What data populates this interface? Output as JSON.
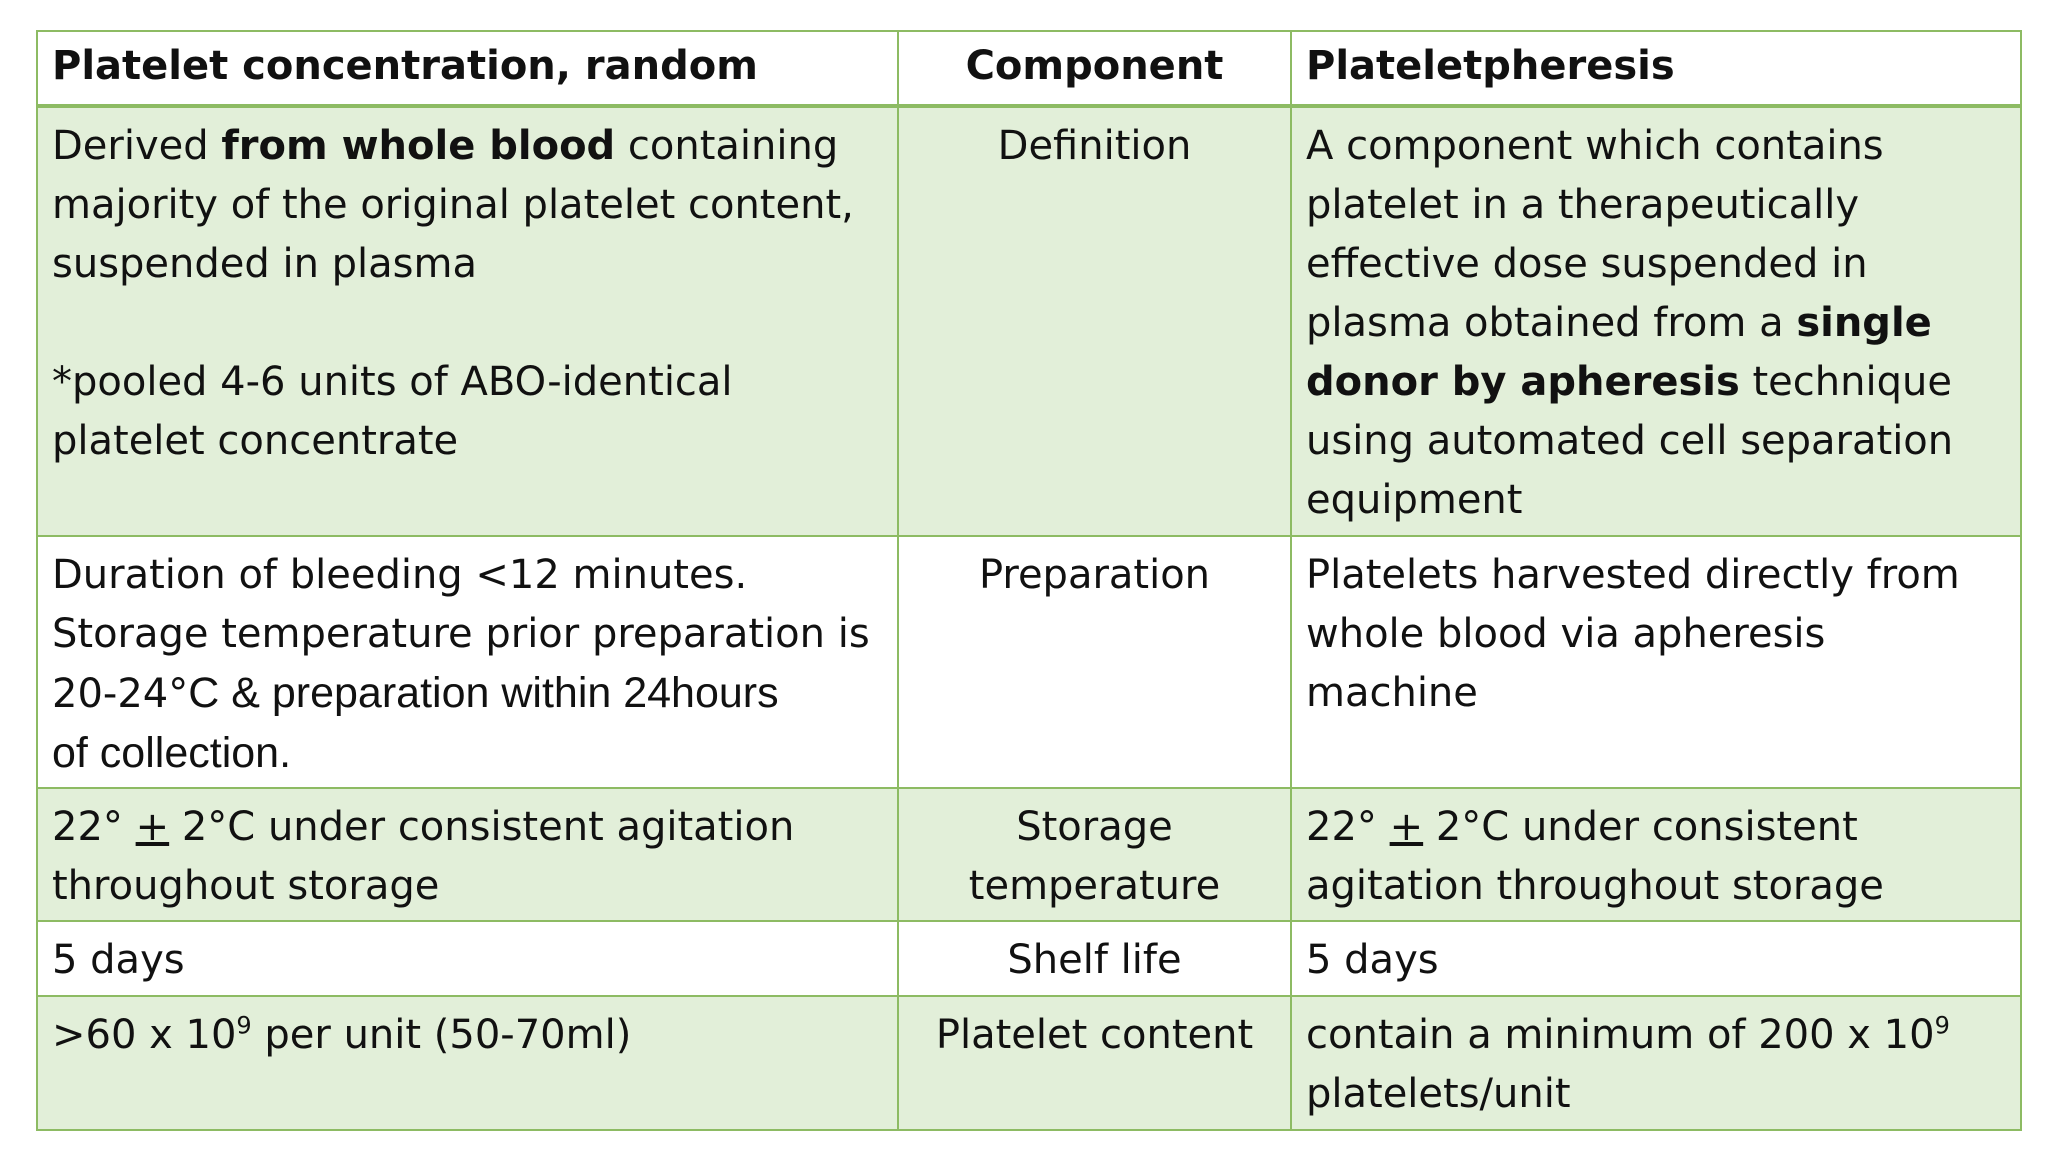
{
  "header": {
    "col1": "Platelet concentration, random",
    "col2": "Component",
    "col3": "Plateletpheresis"
  },
  "rows": {
    "definition": {
      "label": "Definition",
      "random": {
        "p1_pre": "Derived ",
        "p1_bold": "from whole blood",
        "p1_post": " containing",
        "p1_line2": "majority of the original platelet content,",
        "p1_line3": "suspended in plasma",
        "p2_line1": "*pooled 4-6 units of ABO-identical",
        "p2_line2": "platelet concentrate"
      },
      "apheresis": {
        "line1": "A component which contains",
        "line2": "platelet in a therapeutically",
        "line3": "effective dose suspended in",
        "line4_pre": "plasma obtained from a ",
        "line4_bold": "single",
        "line5_bold": "donor by apheresis",
        "line5_post": " technique",
        "line6": "using automated cell separation",
        "line7": "equipment"
      }
    },
    "preparation": {
      "label": "Preparation",
      "random": {
        "line1": "Duration of bleeding <12 minutes.",
        "line2": "Storage temperature prior preparation is",
        "line3_pre": "20-24°",
        "line3_alt": "C & preparation within 24hours",
        "line4_alt": "of collection."
      },
      "apheresis": {
        "line1": "Platelets harvested directly from",
        "line2": "whole blood via apheresis",
        "line3": "machine"
      }
    },
    "storage": {
      "label_line1": "Storage",
      "label_line2": "temperature",
      "random": {
        "line1_pre": "22° ",
        "line1_pm": "+",
        "line1_post": " 2°C under consistent agitation",
        "line2": "throughout storage"
      },
      "apheresis": {
        "line1_pre": "22° ",
        "line1_pm": "+",
        "line1_post": " 2°C under consistent",
        "line2": "agitation throughout storage"
      }
    },
    "shelf_life": {
      "label": "Shelf life",
      "random": "5 days",
      "apheresis": "5 days"
    },
    "platelet_content": {
      "label": "Platelet content",
      "random": {
        "pre": ">60 x 10",
        "exp": "9",
        "post": " per unit (50-70ml)"
      },
      "apheresis": {
        "line1_pre": "contain a minimum of 200 x 10",
        "line1_exp": "9",
        "line2": "platelets/unit"
      }
    }
  },
  "colors": {
    "border": "#8dbb63",
    "shade": "#e2efd9",
    "white": "#ffffff"
  }
}
